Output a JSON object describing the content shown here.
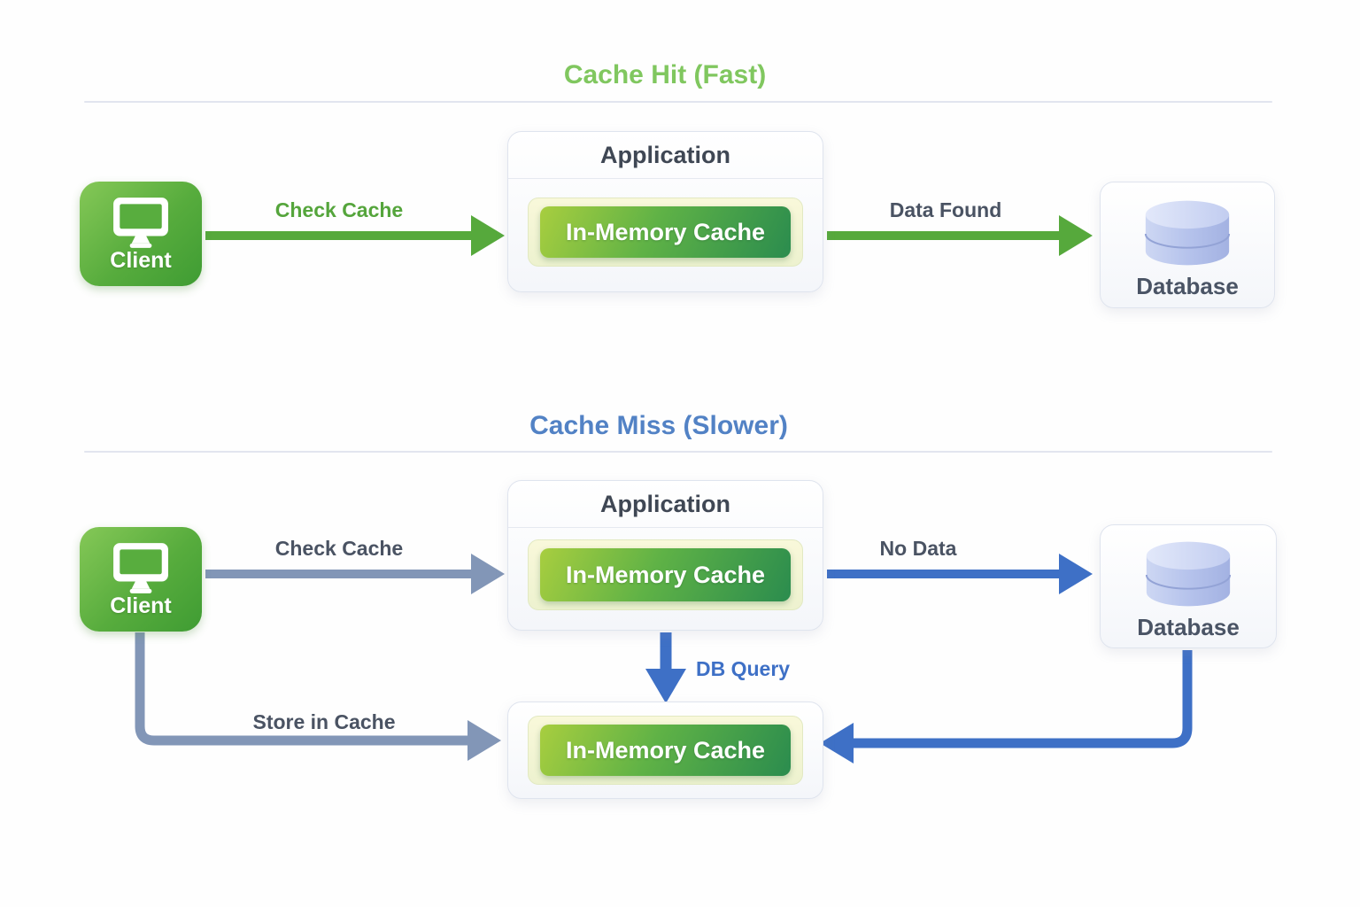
{
  "hit": {
    "title": "Cache Hit (Fast)",
    "client_label": "Client",
    "application_title": "Application",
    "cache_label": "In-Memory Cache",
    "database_label": "Database",
    "arrow_check_label": "Check Cache",
    "arrow_found_label": "Data Found"
  },
  "miss": {
    "title": "Cache Miss (Slower)",
    "client_label": "Client",
    "application_title": "Application",
    "cache_label": "In-Memory Cache",
    "database_label": "Database",
    "store_cache_label": "In-Memory Cache",
    "arrow_check_label": "Check Cache",
    "arrow_nodata_label": "No Data",
    "arrow_dbquery_label": "DB Query",
    "arrow_store_label": "Store in Cache"
  },
  "colors": {
    "green_title": "#80c75f",
    "green_arrow": "#56a93c",
    "blue_title": "#5282c5",
    "blue_arrow": "#3e70c6",
    "slate_arrow": "#8296b7",
    "dark_text": "#4a5363",
    "client_green_start": "#85c857",
    "client_green_end": "#3f9c33",
    "cache_green_start": "#a8ce3f",
    "cache_green_end": "#2b8c4e",
    "database_cylinder": "#b6c3ec"
  }
}
